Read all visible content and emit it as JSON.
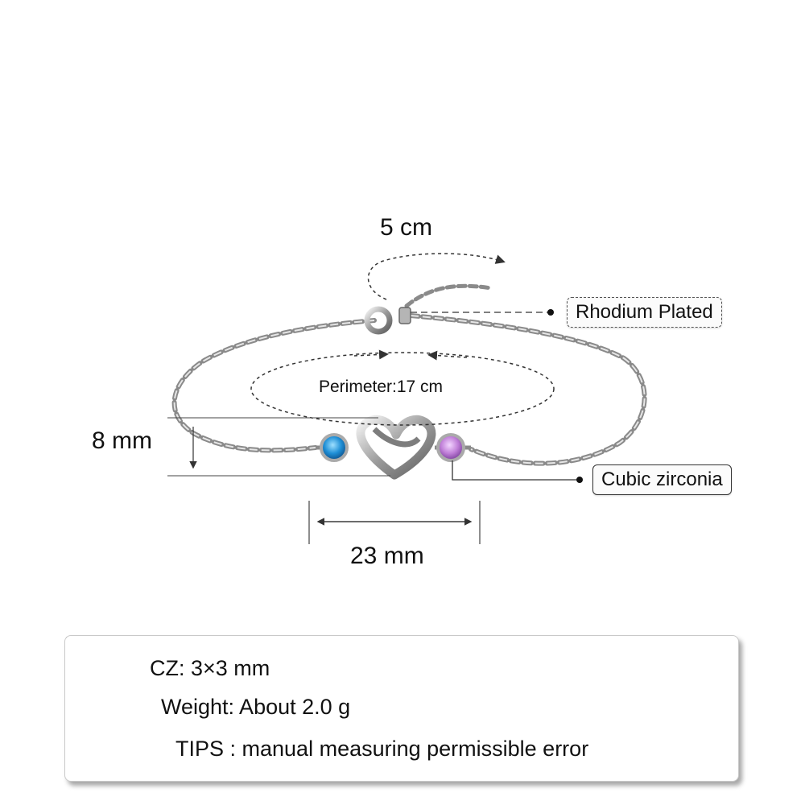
{
  "dimensions": {
    "extender_length": "5 cm",
    "perimeter": "Perimeter:17 cm",
    "charm_height": "8 mm",
    "charm_width": "23 mm"
  },
  "callouts": {
    "plating": "Rhodium Plated",
    "stone": "Cubic zirconia"
  },
  "specs": [
    {
      "text": "CZ: 3×3 mm"
    },
    {
      "text": "Weight: About 2.0 g"
    },
    {
      "text": "TIPS : manual measuring permissible error"
    }
  ],
  "colors": {
    "blue_stone": "#1f8fd6",
    "pink_stone": "#c07fd8",
    "metal": "#9a9a9a"
  }
}
